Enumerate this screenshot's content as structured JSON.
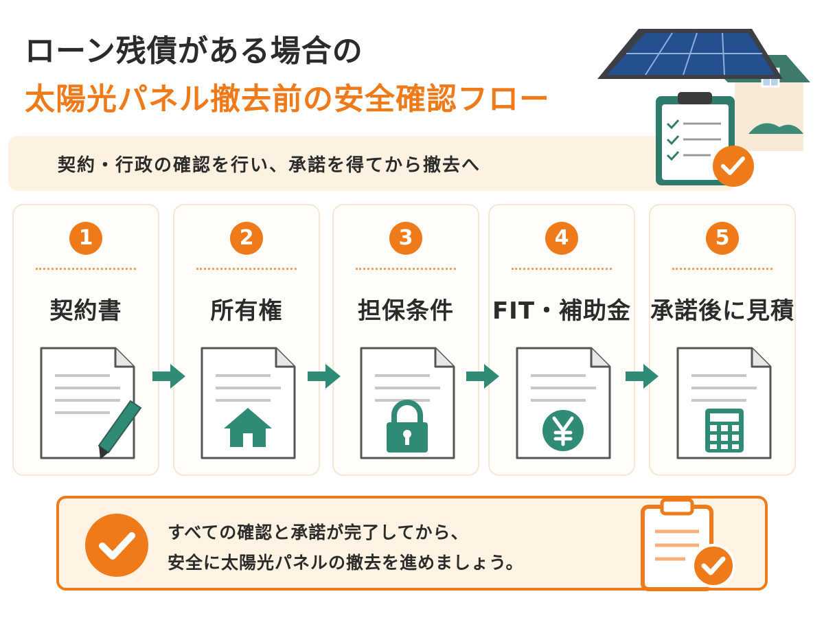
{
  "header": {
    "title_line1": "ローン残債がある場合の",
    "title_line2": "太陽光パネル撤去前の安全確認フロー",
    "subtitle": "契約・行政の確認を行い、承諾を得てから撤去へ"
  },
  "steps": [
    {
      "number": "1",
      "label": "契約書",
      "icon": "pen-icon"
    },
    {
      "number": "2",
      "label": "所有権",
      "icon": "house-icon"
    },
    {
      "number": "3",
      "label": "担保条件",
      "icon": "lock-icon"
    },
    {
      "number": "4",
      "label": "FIT・補助金",
      "icon": "yen-icon"
    },
    {
      "number": "5",
      "label": "承諾後に見積",
      "icon": "calculator-icon"
    }
  ],
  "footer": {
    "line1": "すべての確認と承諾が完了してから、",
    "line2": "安全に太陽光パネルの撤去を進めましょう。"
  },
  "colors": {
    "accent_orange": "#ef7a1a",
    "accent_teal": "#2f8a76",
    "subtitle_bg": "#fdf1e2",
    "panel_blue": "#25508f"
  }
}
